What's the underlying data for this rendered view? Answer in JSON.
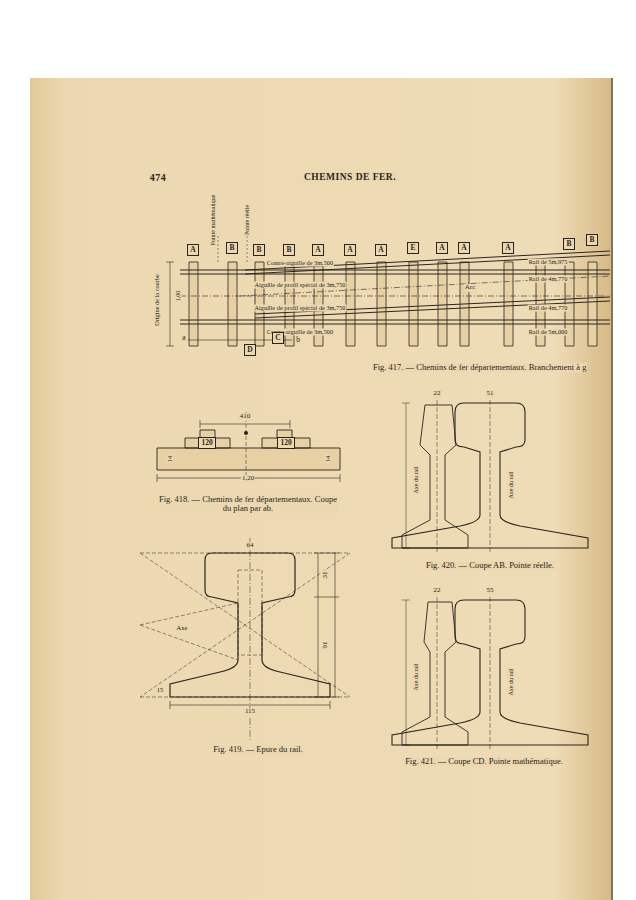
{
  "diagram": {
    "nodes": [
      {
        "text": [
          "A"
        ]
      },
      {
        "text": [
          "B"
        ]
      },
      {
        "text": [
          "B"
        ]
      },
      {
        "text": [
          "B"
        ]
      },
      {
        "text": [
          "A"
        ]
      },
      {
        "text": [
          "A"
        ]
      },
      {
        "text": [
          "A"
        ]
      },
      {
        "text": [
          "E"
        ]
      },
      {
        "text": [
          "A"
        ]
      },
      {
        "text": [
          "A"
        ]
      },
      {
        "text": [
          "A"
        ]
      },
      {
        "text": [
          "B"
        ]
      },
      {
        "text": [
          "B"
        ]
      },
      {
        "text": [
          "D"
        ]
      },
      {
        "text": [
          "C"
        ]
      },
      {
        "text": [
          "120"
        ]
      },
      {
        "text": [
          "120"
        ]
      }
    ],
    "labels": [
      "474",
      "CHEMINS DE FER.",
      "Contre-aiguille de 3m,500",
      "Aiguille de profil spécial de 3m,750",
      "Arc",
      "Rail de 5m,975",
      "Rail de 4m,770",
      "Aiguille de profil spécial de 3m,750",
      "Rail de 4m,770",
      "Contre-aiguille de 3m,500",
      "Rail de 5m,000",
      "Origine de la courbe",
      "Pointe mathématique",
      "Pointe réelle",
      "1,00",
      "a",
      "b",
      "Fig. 417. — Chemins de fer départementaux. Branchement à g",
      "410",
      "14",
      "14",
      "1,20",
      "Fig. 418. — Chemins de fer départementaux. Coupe du plan par ab.",
      "51",
      "22",
      "Axe du rail",
      "Axe du rail",
      "Fig. 420. — Coupe AB. Pointe réelle.",
      "64",
      "31",
      "91",
      "Axe",
      "15",
      "115",
      "Fig. 419. — Epure du rail.",
      "55",
      "22",
      "Axe du rail",
      "Axe du rail",
      "Fig. 421. — Coupe CD. Pointe mathématique."
    ]
  }
}
